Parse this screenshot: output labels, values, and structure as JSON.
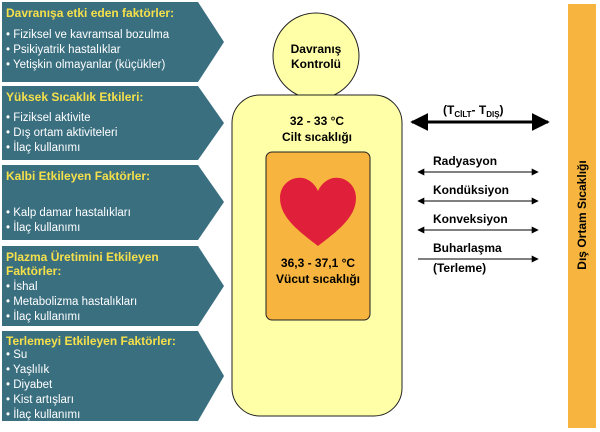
{
  "colors": {
    "panel": "#3a6f80",
    "panel_title": "#f5e04a",
    "panel_text": "#ffffff",
    "head_fill": "#ffffa8",
    "skin_fill": "#ffffa8",
    "core_fill": "#f7b43e",
    "heart": "#e0203a",
    "side_bar": "#f7b43e"
  },
  "panels": [
    {
      "title": "Davranışa etki eden faktörler:",
      "items": [
        "• Fiziksel ve kavramsal bozulma",
        "• Psikiyatrik hastalıklar",
        "• Yetişkin olmayanlar (küçükler)"
      ]
    },
    {
      "title": "Yüksek Sıcaklık Etkileri:",
      "items": [
        "• Fiziksel aktivite",
        "• Dış ortam aktiviteleri",
        "• İlaç kullanımı"
      ]
    },
    {
      "title": "Kalbi Etkileyen Faktörler:",
      "items": [
        "• Kalp damar hastalıkları",
        "• İlaç kullanımı"
      ]
    },
    {
      "title_lines": [
        "Plazma Üretimini Etkileyen",
        "Faktörler:"
      ],
      "items": [
        "• İshal",
        "• Metabolizma hastalıkları",
        "• İlaç kullanımı"
      ]
    },
    {
      "title": "Terlemeyi Etkileyen Faktörler:",
      "items": [
        "• Su",
        "• Yaşlılık",
        "• Diyabet",
        "• Kist artışları",
        "• İlaç kullanımı"
      ]
    }
  ],
  "head": {
    "line1": "Davranış",
    "line2": "Kontrolü"
  },
  "skin": {
    "temp": "32 - 33 °C",
    "label": "Cilt sıcaklığı"
  },
  "core": {
    "temp": "36,3 - 37,1 °C",
    "label": "Vücut sıcaklığı"
  },
  "gradient": {
    "open": "(T",
    "sub1": "CİLT",
    "dash": "- T",
    "sub2": "DIŞ",
    "close": ")"
  },
  "mechanisms": [
    "Radyasyon",
    "Kondüksiyon",
    "Konveksiyon",
    "Buharlaşma",
    "(Terleme)"
  ],
  "side_label": "Dış Ortam Sıcaklığı"
}
